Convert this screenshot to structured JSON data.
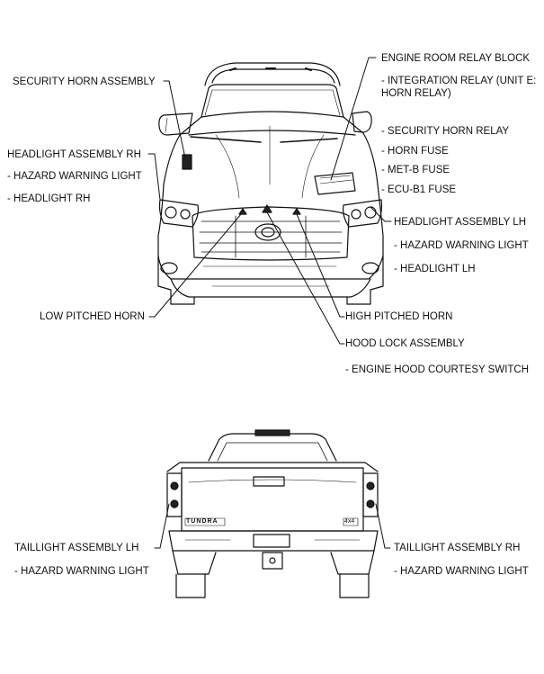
{
  "front": {
    "security_horn_assembly": "SECURITY HORN ASSEMBLY",
    "headlight_rh": {
      "title": "HEADLIGHT ASSEMBLY RH",
      "items": [
        "- HAZARD WARNING LIGHT",
        "- HEADLIGHT RH"
      ]
    },
    "engine_room_relay_block": {
      "title": "ENGINE ROOM RELAY BLOCK",
      "items": [
        "- INTEGRATION RELAY (UNIT E: HORN RELAY)",
        "- SECURITY HORN RELAY",
        "- HORN FUSE",
        "- MET-B FUSE",
        "- ECU-B1 FUSE"
      ]
    },
    "headlight_lh": {
      "title": "HEADLIGHT ASSEMBLY LH",
      "items": [
        "- HAZARD WARNING LIGHT",
        "- HEADLIGHT LH"
      ]
    },
    "low_pitched_horn": "LOW PITCHED HORN",
    "high_pitched_horn": "HIGH PITCHED HORN",
    "hood_lock_assembly": {
      "title": "HOOD LOCK ASSEMBLY",
      "items": [
        "- ENGINE HOOD COURTESY SWITCH"
      ]
    }
  },
  "rear": {
    "tailgate_badge": "TUNDRA",
    "drive_badge": "4x4",
    "taillight_lh": {
      "title": "TAILLIGHT ASSEMBLY LH",
      "items": [
        "- HAZARD WARNING LIGHT"
      ]
    },
    "taillight_rh": {
      "title": "TAILLIGHT ASSEMBLY RH",
      "items": [
        "- HAZARD WARNING LIGHT"
      ]
    }
  }
}
